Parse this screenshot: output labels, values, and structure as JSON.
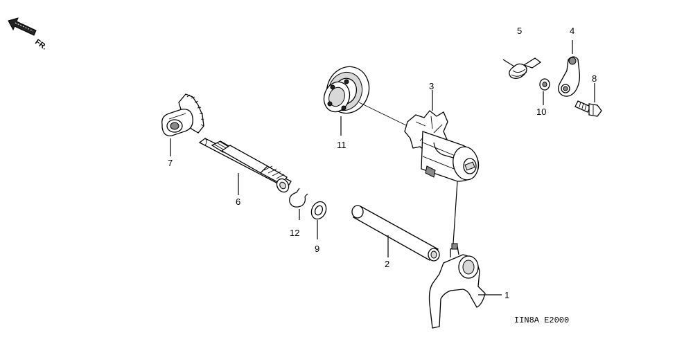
{
  "direction": {
    "label": "FR.",
    "icon": "front-direction-arrow-icon"
  },
  "diagram_code": "IIN8A  E2000",
  "parts": [
    {
      "num": "1",
      "name": "shift fork"
    },
    {
      "num": "2",
      "name": "shift fork shaft"
    },
    {
      "num": "3",
      "name": "gearshift drum"
    },
    {
      "num": "4",
      "name": "stopper arm"
    },
    {
      "num": "5",
      "name": "stopper arm spring"
    },
    {
      "num": "6",
      "name": "gearshift spindle"
    },
    {
      "num": "7",
      "name": "gearshift arm"
    },
    {
      "num": "8",
      "name": "bolt"
    },
    {
      "num": "9",
      "name": "washer"
    },
    {
      "num": "10",
      "name": "washer"
    },
    {
      "num": "11",
      "name": "radial ball bearing"
    },
    {
      "num": "12",
      "name": "circlip"
    }
  ],
  "labels": {
    "p1": "1",
    "p2": "2",
    "p3": "3",
    "p4": "4",
    "p5": "5",
    "p6": "6",
    "p7": "7",
    "p8": "8",
    "p9": "9",
    "p10": "10",
    "p11": "11",
    "p12": "12"
  }
}
